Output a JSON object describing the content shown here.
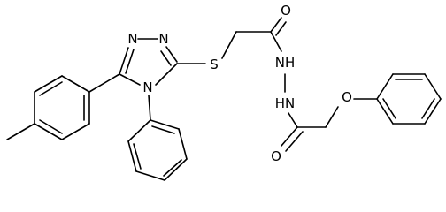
{
  "molecule": {
    "atom_labels": {
      "n_triazole_2": "N",
      "n_triazole_3": "N",
      "n_triazole_4": "N",
      "s_thioether": "S",
      "o_carbonyl_1": "O",
      "nh_hydrazide_1": "NH",
      "nh_hydrazide_2": "HN",
      "o_carbonyl_2": "O",
      "o_ether": "O"
    },
    "colors": {
      "bond": "#000000",
      "label": "#000000",
      "background": "#ffffff"
    }
  }
}
